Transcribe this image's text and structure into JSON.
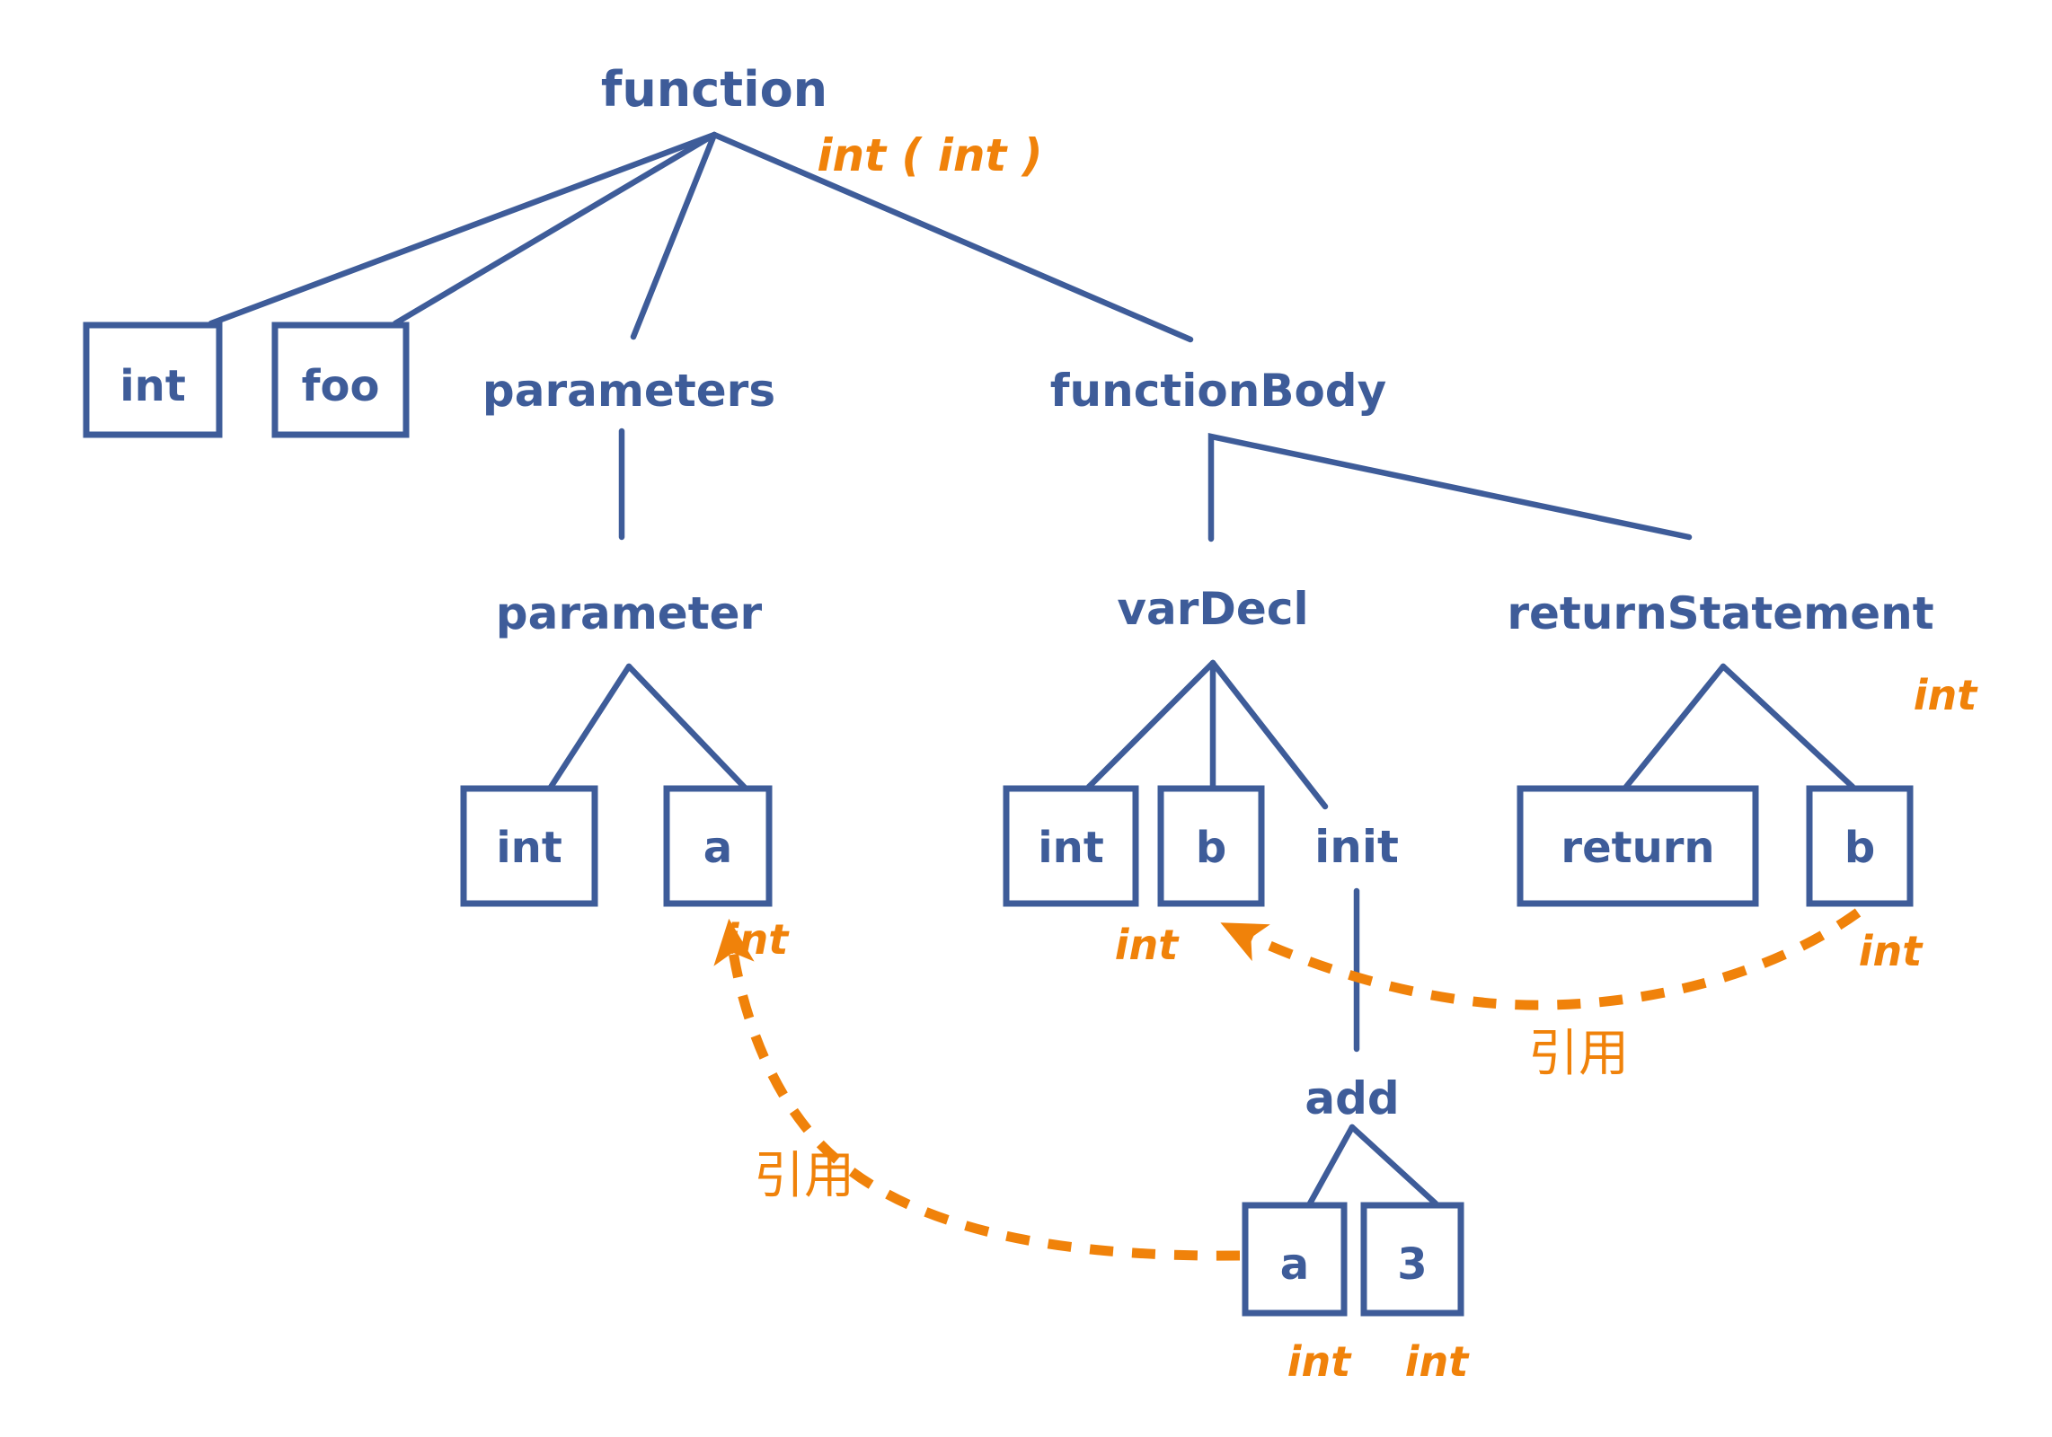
{
  "colors": {
    "node_blue": "#3e5c99",
    "annotation_orange": "#f0820a",
    "background": "#ffffff"
  },
  "nodes": {
    "function": "function",
    "int_keyword": "int",
    "foo": "foo",
    "parameters": "parameters",
    "functionBody": "functionBody",
    "parameter": "parameter",
    "param_int": "int",
    "param_a": "a",
    "varDecl": "varDecl",
    "decl_int": "int",
    "decl_b": "b",
    "init": "init",
    "returnStatement": "returnStatement",
    "return_keyword": "return",
    "return_b": "b",
    "add": "add",
    "add_a": "a",
    "add_3": "3"
  },
  "annotations": {
    "function_type": "int ( int )",
    "returnStatement_type": "int",
    "param_a_type": "int",
    "decl_b_type": "int",
    "return_b_type": "int",
    "add_a_type": "int",
    "add_3_type": "int",
    "reference_left": "引用",
    "reference_right": "引用"
  }
}
